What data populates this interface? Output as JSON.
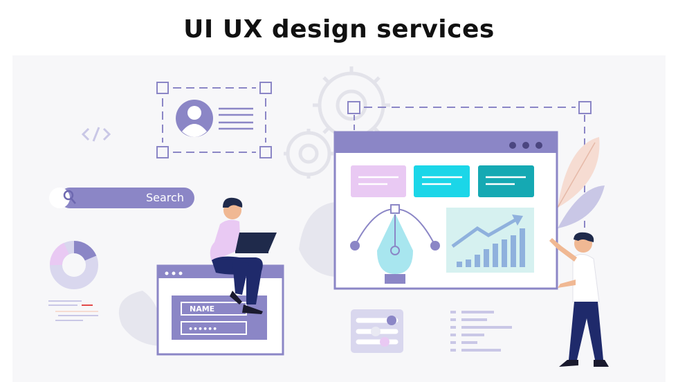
{
  "header": {
    "title": "UI UX design services"
  },
  "search_widget": {
    "label": "Search"
  },
  "login_form": {
    "name_label": "NAME",
    "password_mask": "••••••"
  },
  "colors": {
    "primary": "#8b86c6",
    "light": "#d9d7ee",
    "pink": "#e9c9f3",
    "cyan": "#1bd6e8",
    "teal": "#15a9b3",
    "chart_bg": "#d6f1f0",
    "accent_red": "#e24a4a",
    "leaf_peach": "#f6dcd2"
  }
}
